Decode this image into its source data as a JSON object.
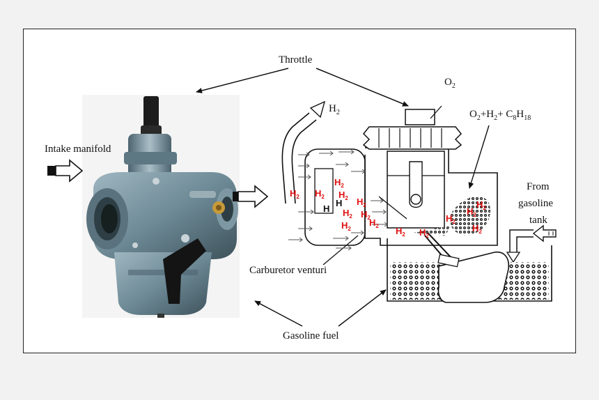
{
  "labels": {
    "throttle": "Throttle",
    "intake_manifold": "Intake manifold",
    "h2_inlet": "H",
    "h2_inlet_sub": "2",
    "o2_top": "O",
    "o2_top_sub": "2",
    "mixture_a": "O",
    "mixture_a_sub": "2",
    "mixture_b": "+H",
    "mixture_b_sub": "2",
    "mixture_c": "+ C",
    "mixture_c_sub": "8",
    "mixture_d": "H",
    "mixture_d_sub": "18",
    "from_line1": "From",
    "from_line2": "gasoline",
    "from_line3": "tank",
    "venturi": "Carburetor venturi",
    "gasoline_fuel": "Gasoline fuel"
  },
  "molecules": {
    "h2": "H",
    "h2_sub": "2",
    "h_black": "H"
  },
  "colors": {
    "hydrogen": "#e01010",
    "metal_body": "#6d8a96",
    "outline": "#111111"
  },
  "icons": [
    "carburetor-photo",
    "arrow-icon",
    "float-chamber",
    "fuel-pattern"
  ]
}
